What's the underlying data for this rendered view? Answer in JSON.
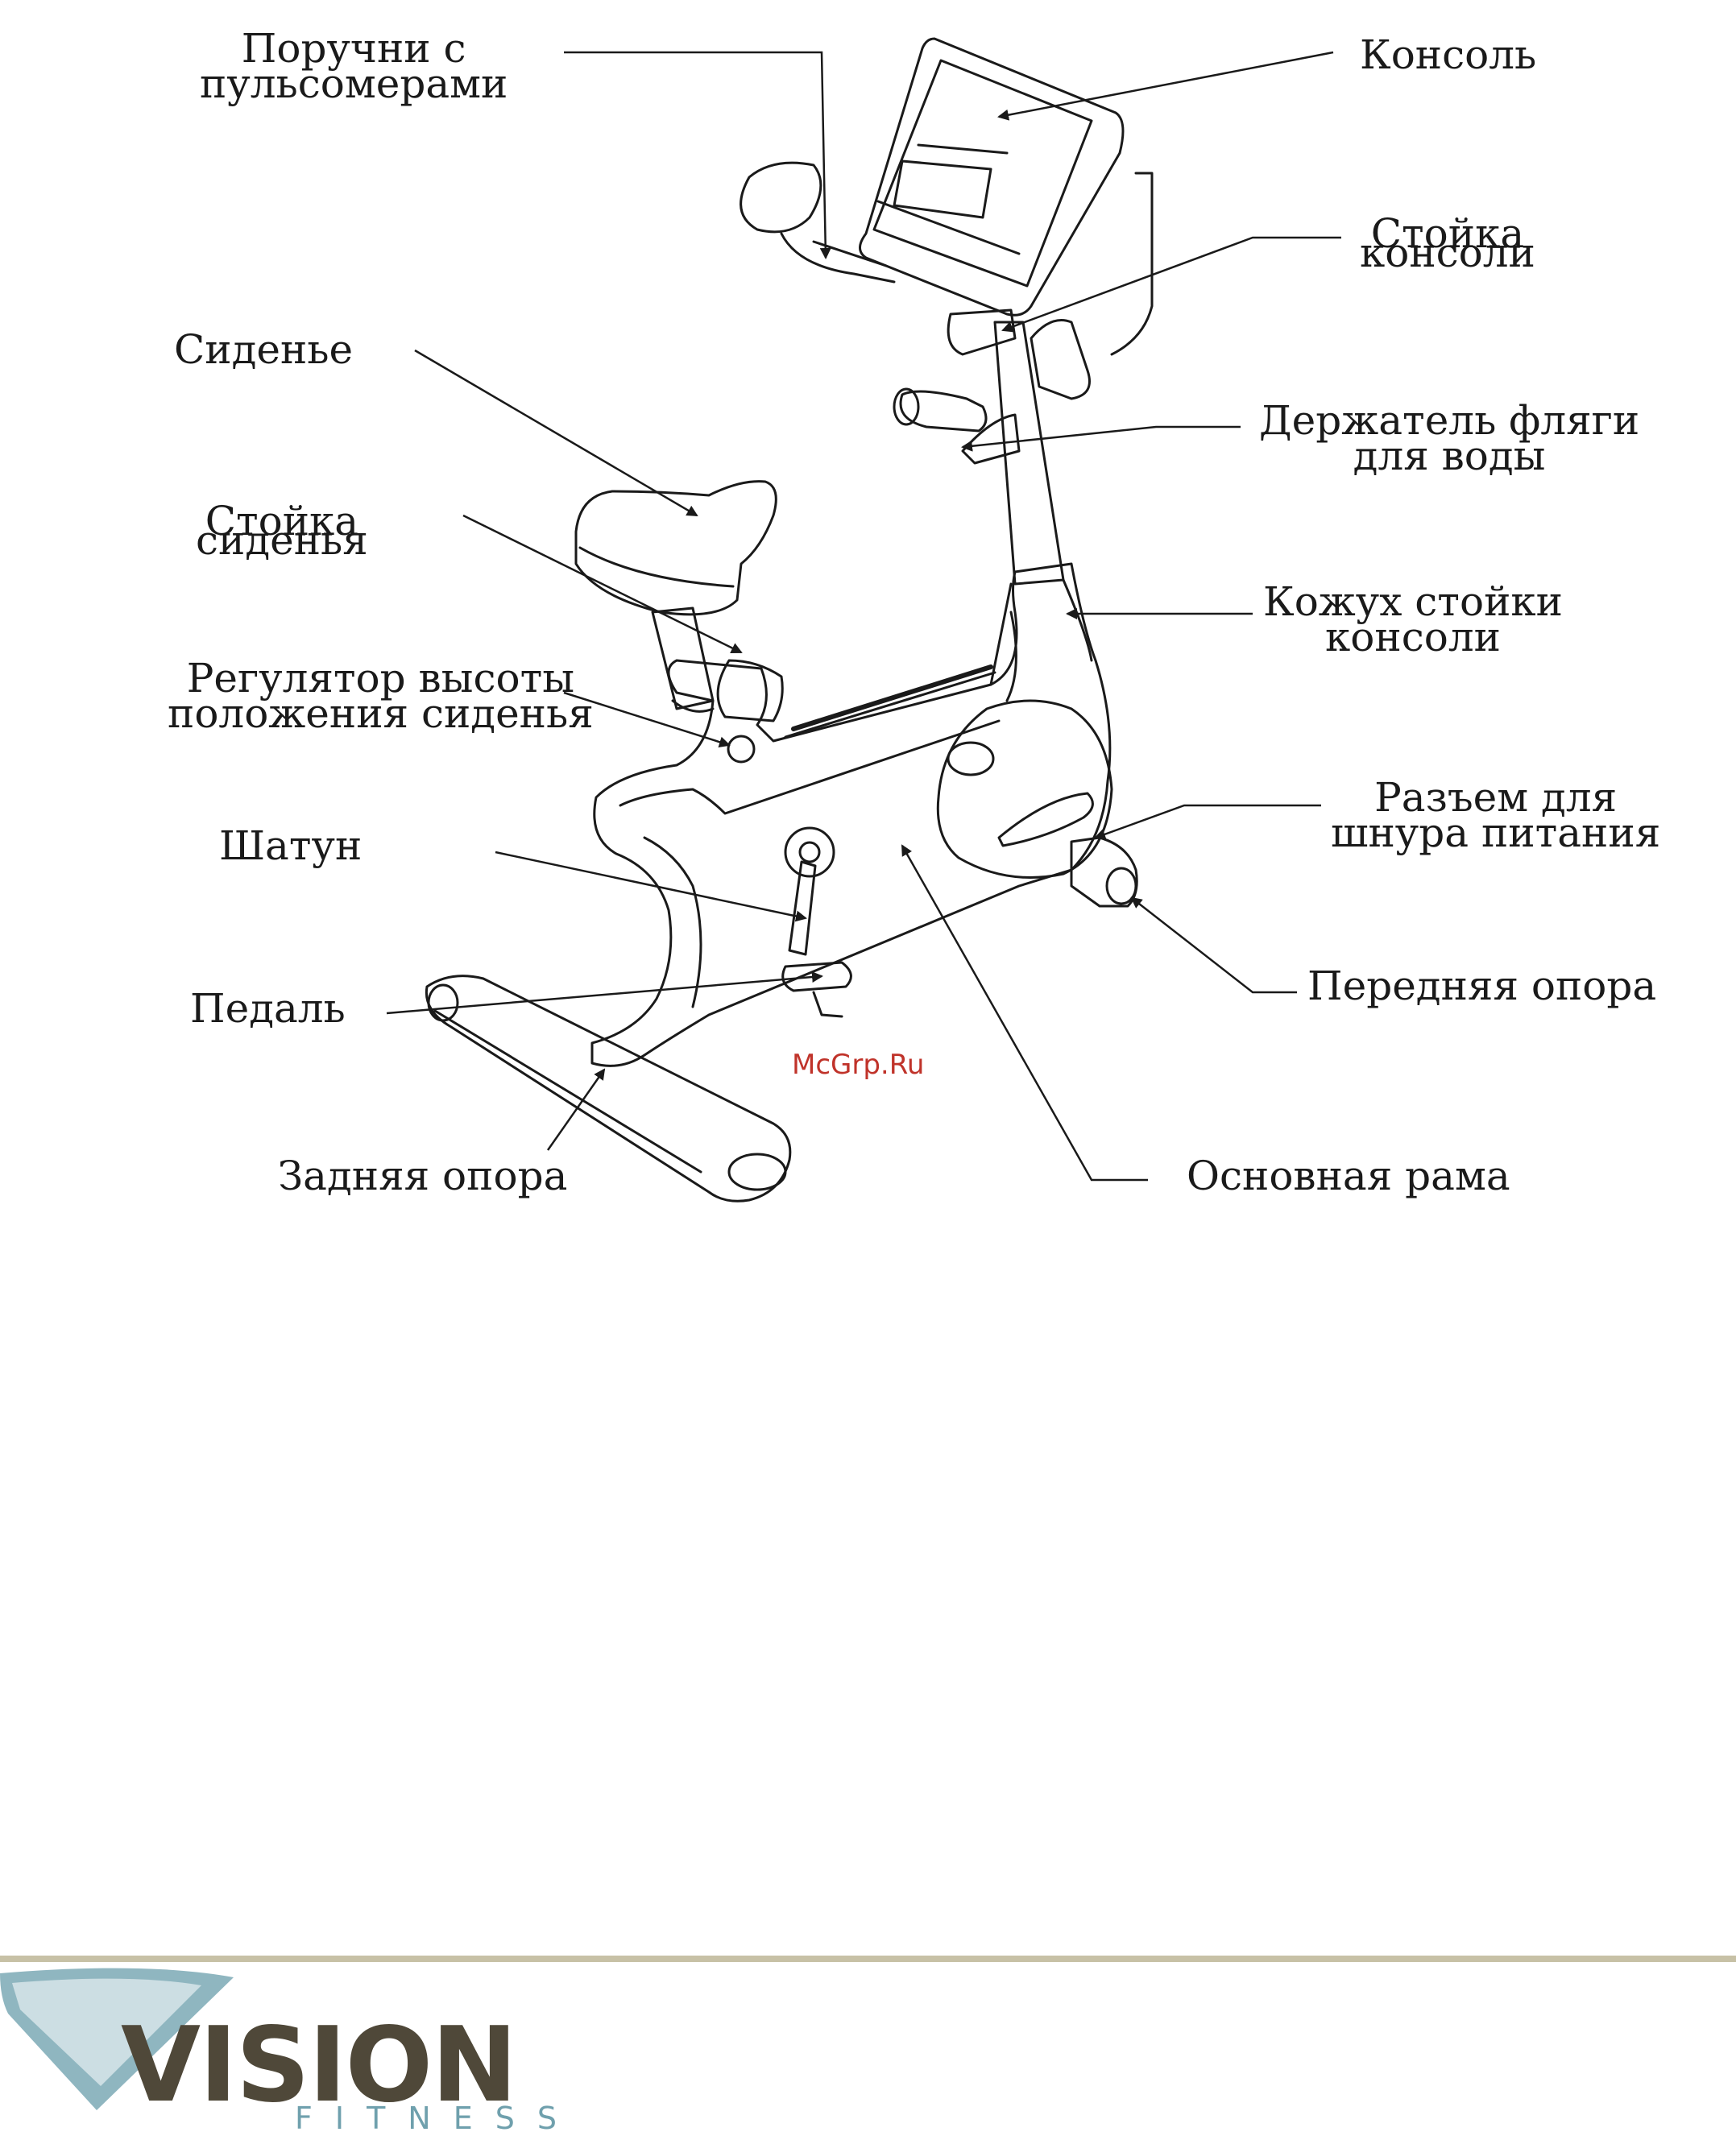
{
  "labels": {
    "handrails": [
      "Поручни с",
      "пульсомерами"
    ],
    "console": "Консоль",
    "console_mast": [
      "Стойка",
      "консоли"
    ],
    "seat": "Сиденье",
    "bottle_holder": [
      "Держатель фляги",
      "для воды"
    ],
    "seat_post": [
      "Стойка",
      "сиденья"
    ],
    "mast_shroud": [
      "Кожух стойки",
      "консоли"
    ],
    "seat_adjuster": [
      "Регулятор высоты",
      "положения сиденья"
    ],
    "power_socket": [
      "Разъем для",
      "шнура питания"
    ],
    "crank": "Шатун",
    "front_stabilizer": "Передняя опора",
    "pedal": "Педаль",
    "rear_stabilizer": "Задняя опора",
    "main_frame": "Основная рама"
  },
  "watermark": "McGrp.Ru",
  "footer": {
    "brand_word": "VISION",
    "brand_sub": "FITNESS"
  },
  "colors": {
    "line": "#1a1a1a",
    "rule": "#c7c1a6",
    "brand_dark": "#4f4839",
    "brand_light": "#6fa0ad",
    "watermark": "#c0332a"
  }
}
